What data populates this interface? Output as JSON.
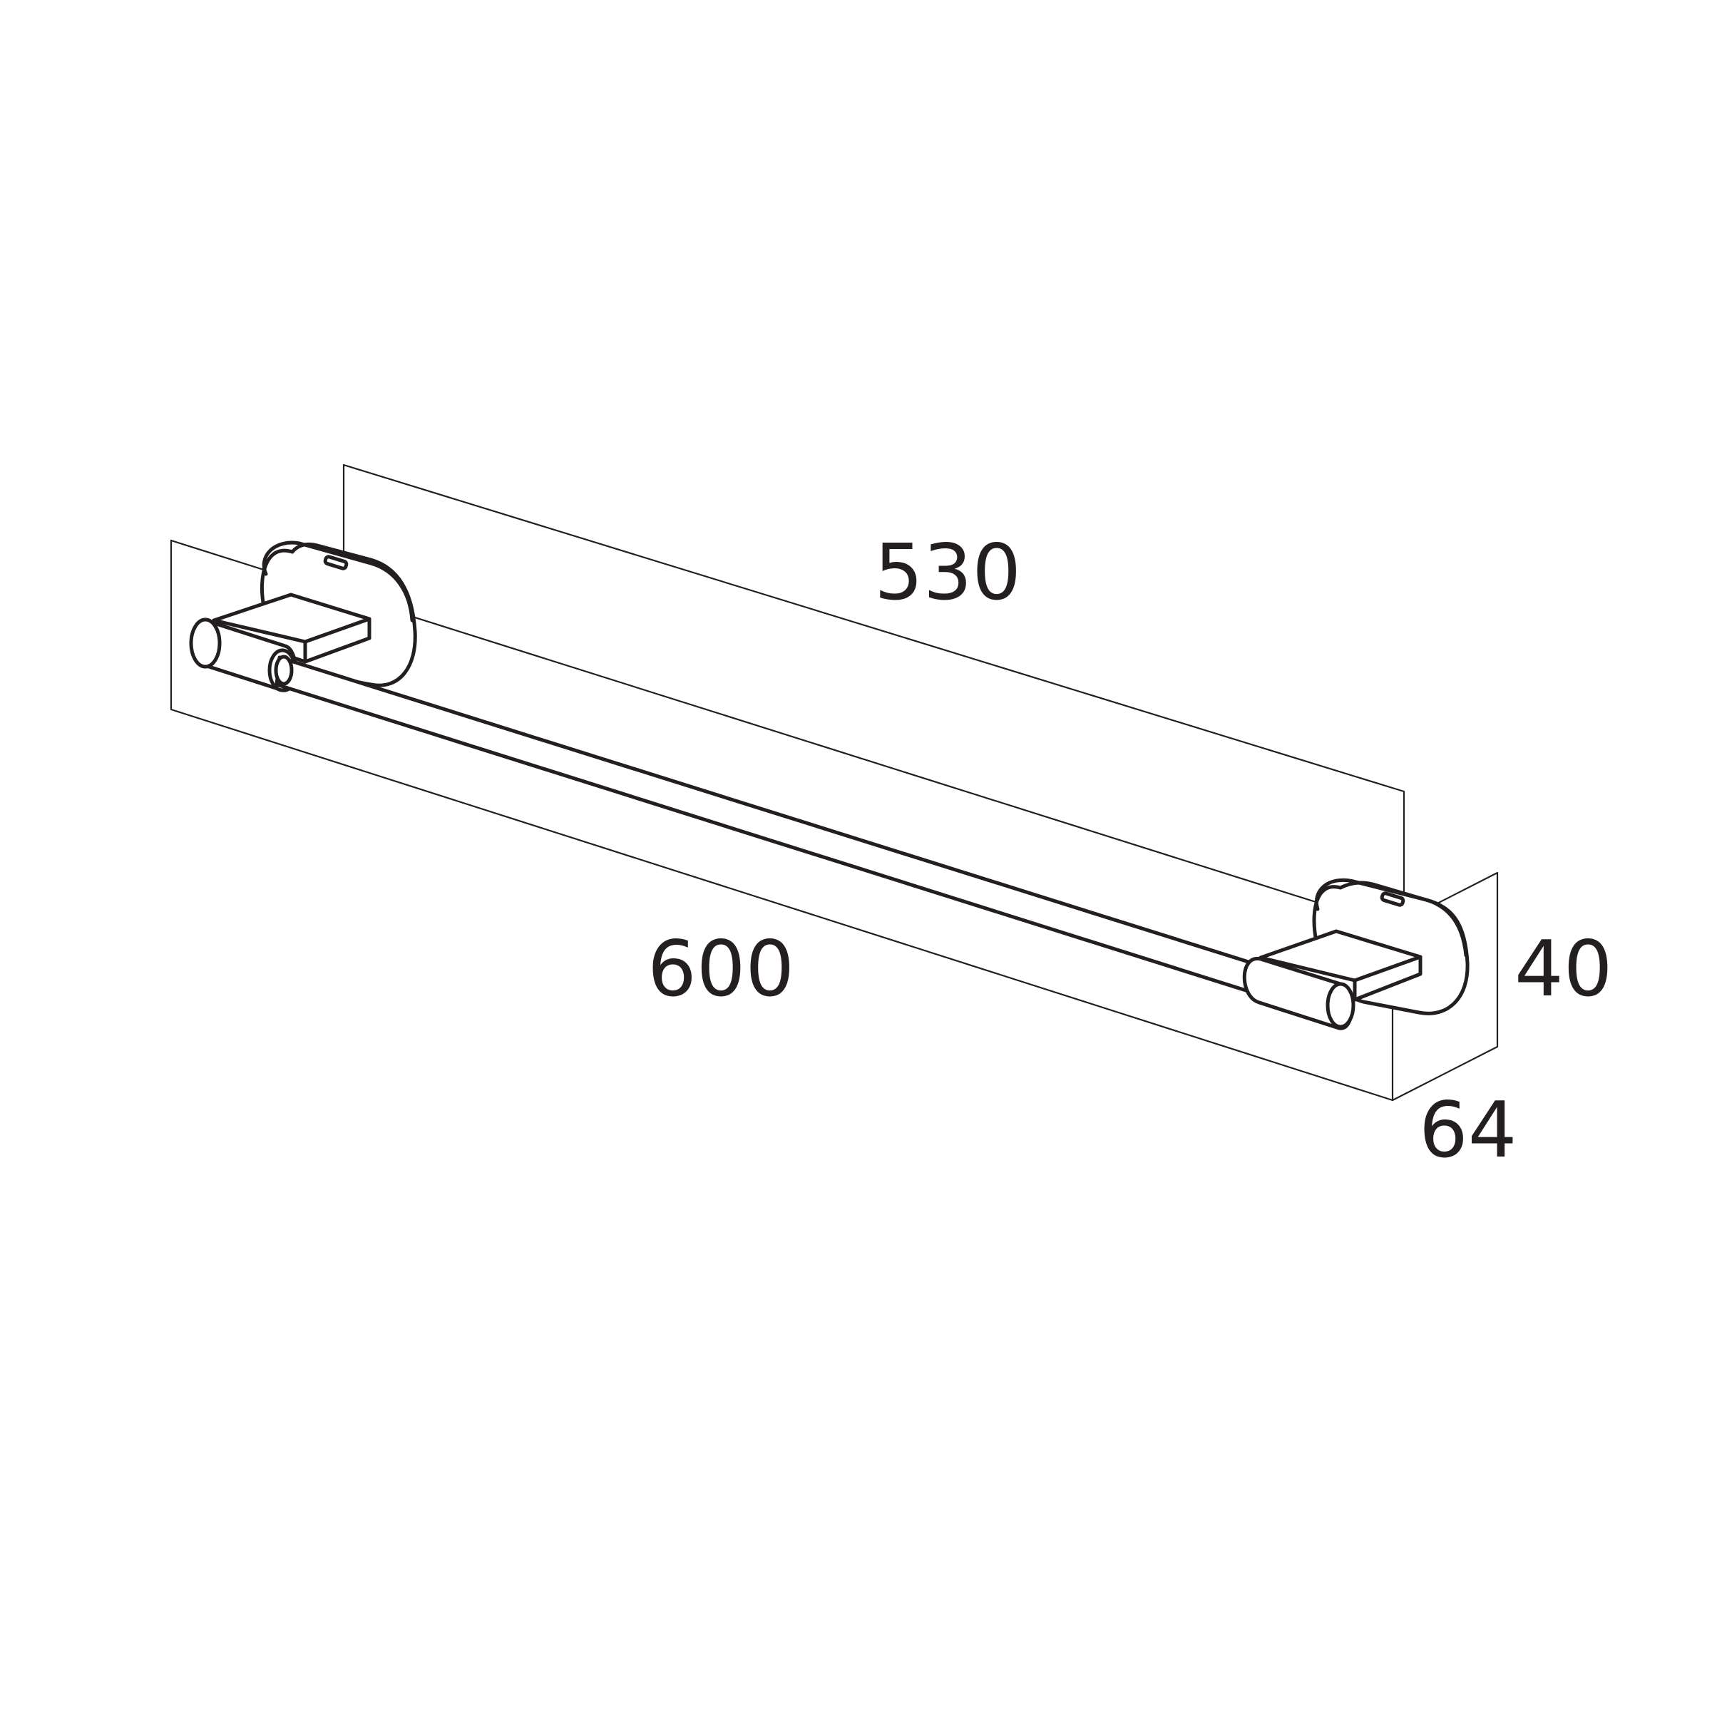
{
  "dimensions": {
    "center_distance": "530",
    "overall_length": "600",
    "height": "40",
    "depth": "64"
  },
  "colors": {
    "line": "#231f20",
    "background": "#ffffff"
  }
}
